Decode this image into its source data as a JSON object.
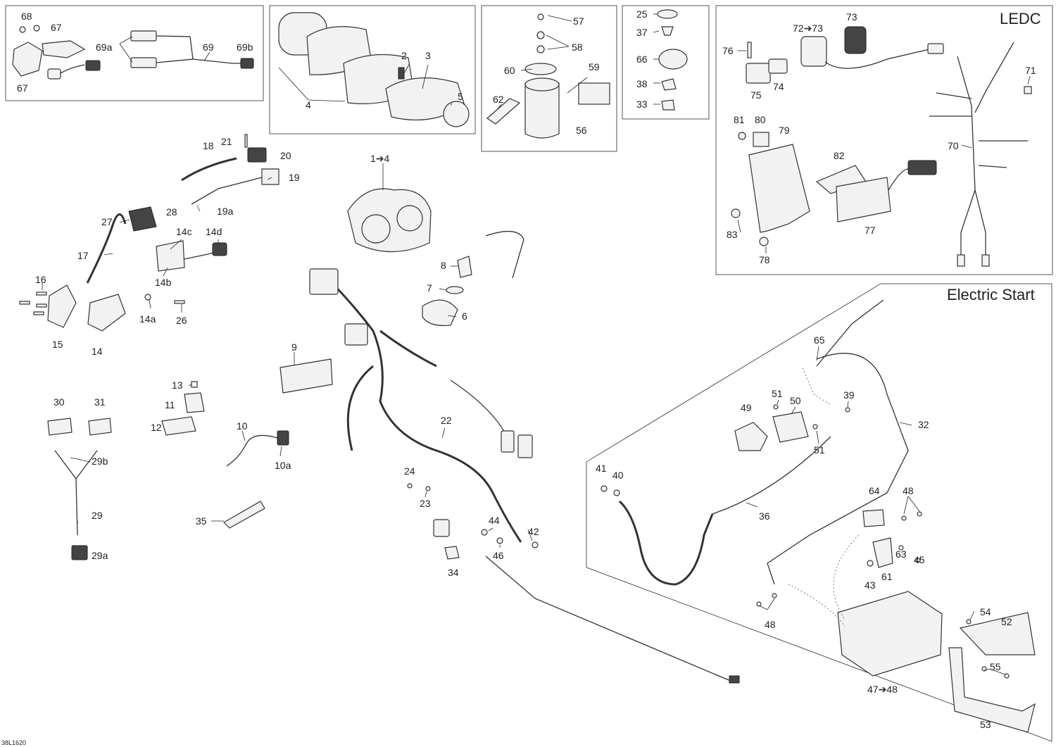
{
  "sections": {
    "ledc": "LEDC",
    "electric_start": "Electric Start"
  },
  "drawing_ref": "38L1620",
  "callouts": {
    "c68": "68",
    "c67a": "67",
    "c67b": "67",
    "c69a": "69a",
    "c69": "69",
    "c69b": "69b",
    "c2": "2",
    "c3": "3",
    "c4": "4",
    "c5": "5",
    "c57": "57",
    "c58": "58",
    "c60": "60",
    "c59": "59",
    "c62": "62",
    "c56": "56",
    "c25": "25",
    "c37": "37",
    "c66": "66",
    "c38": "38",
    "c33": "33",
    "c76": "76",
    "c7273": "72➔73",
    "c73": "73",
    "c75": "75",
    "c74": "74",
    "c71": "71",
    "c81": "81",
    "c80": "80",
    "c79": "79",
    "c82": "82",
    "c70": "70",
    "c83": "83",
    "c77": "77",
    "c78": "78",
    "c14": "1➔4",
    "c21": "21",
    "c20": "20",
    "c18": "18",
    "c19": "19",
    "c19a": "19a",
    "c27": "27",
    "c28": "28",
    "c14c": "14c",
    "c14d": "14d",
    "c17": "17",
    "c14b": "14b",
    "c16": "16",
    "c14a": "14a",
    "c26": "26",
    "c15": "15",
    "c14p": "14",
    "c8": "8",
    "c7": "7",
    "c6": "6",
    "c9": "9",
    "c13": "13",
    "c11": "11",
    "c12": "12",
    "c10": "10",
    "c10a": "10a",
    "c30": "30",
    "c31": "31",
    "c29b": "29b",
    "c29": "29",
    "c29a": "29a",
    "c35": "35",
    "c22": "22",
    "c24": "24",
    "c23": "23",
    "c44": "44",
    "c42": "42",
    "c46": "46",
    "c34": "34",
    "c65": "65",
    "c51a": "51",
    "c50": "50",
    "c49": "49",
    "c39": "39",
    "c51b": "51",
    "c32": "32",
    "c41": "41",
    "c40": "40",
    "c36": "36",
    "c64": "64",
    "c48a": "48",
    "c63": "63",
    "c45": "45",
    "c43": "43",
    "c61": "61",
    "c48b": "48",
    "c54": "54",
    "c52": "52",
    "c55": "55",
    "c4748": "47➔48",
    "c53": "53"
  }
}
